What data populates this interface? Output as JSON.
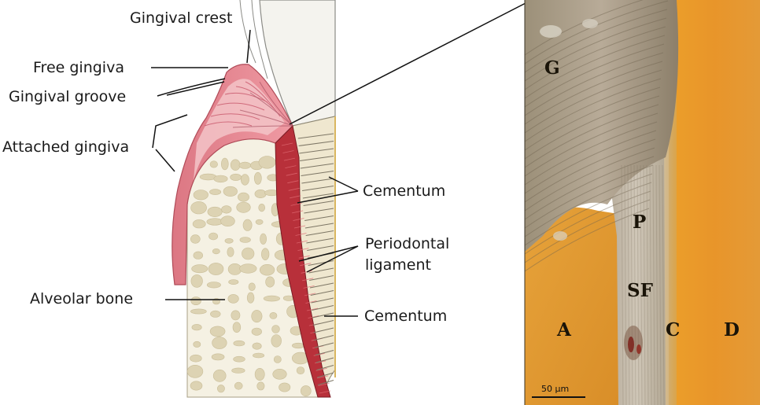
{
  "diagram": {
    "labels": {
      "gingival_crest": "Gingival crest",
      "free_gingiva": "Free gingiva",
      "gingival_groove": "Gingival groove",
      "attached_gingiva": "Attached gingiva",
      "alveolar_bone": "Alveolar bone",
      "cementum_upper": "Cementum",
      "periodontal_ligament_line1": "Periodontal",
      "periodontal_ligament_line2": "ligament",
      "cementum_lower": "Cementum"
    }
  },
  "micrograph": {
    "labels": {
      "g": "G",
      "p": "P",
      "sf": "SF",
      "a": "A",
      "c": "C",
      "d": "D"
    },
    "scale_bar": "50 µm"
  },
  "colors": {
    "gingiva": "#e0808e",
    "gingiva_light": "#f3c4c8",
    "ligament": "#b8303a",
    "bone_bg": "#f5f1e3",
    "bone_spot": "#ddd3b3",
    "enamel": "#f4f3ee",
    "root": "#efe7cf",
    "dentin_orange": "#e29a2c",
    "tissue_gray": "#a49685"
  }
}
